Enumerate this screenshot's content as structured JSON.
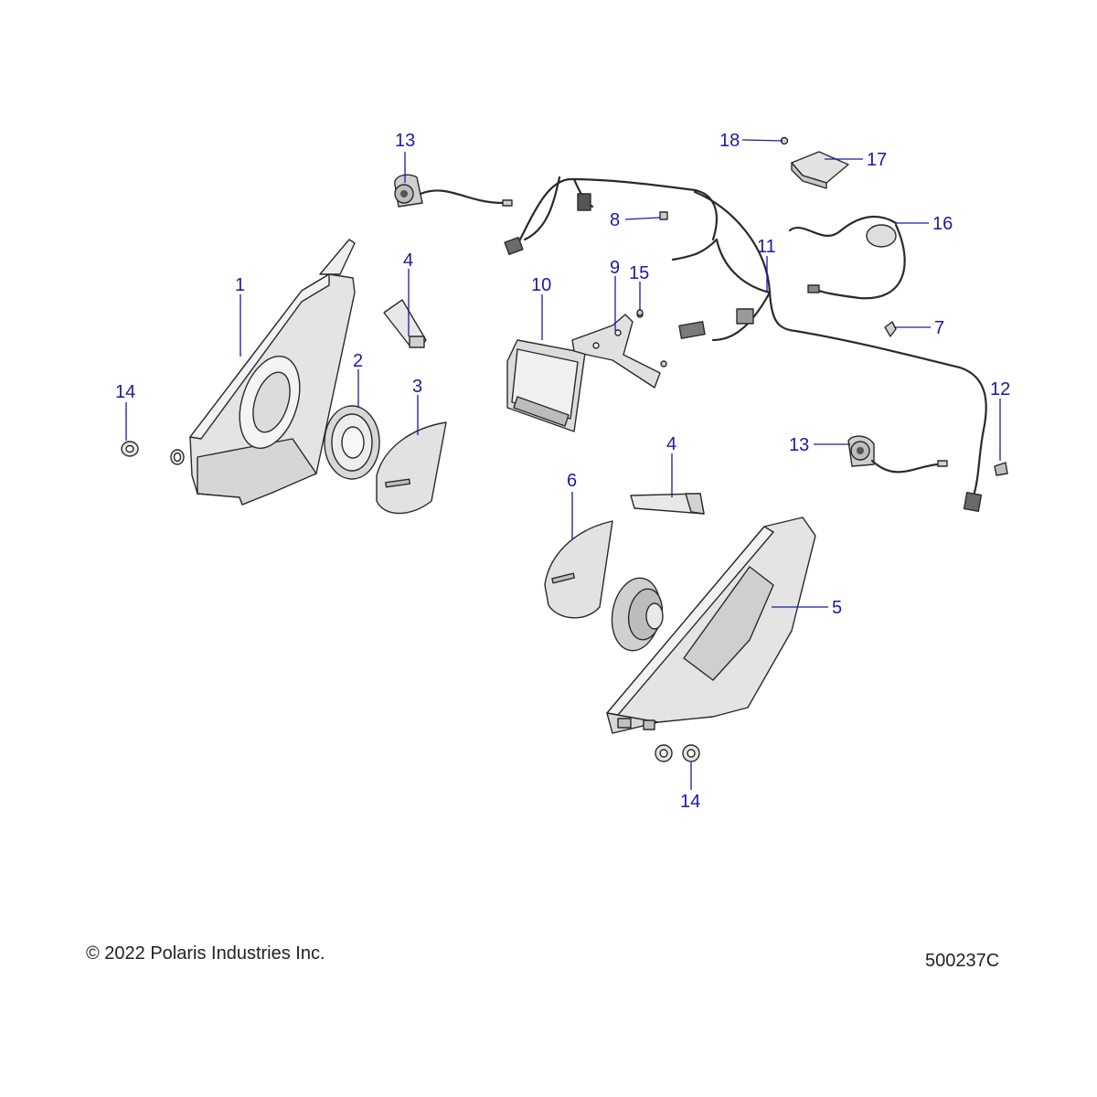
{
  "callouts": [
    {
      "id": "c13a",
      "text": "13"
    },
    {
      "id": "c18",
      "text": "18"
    },
    {
      "id": "c17",
      "text": "17"
    },
    {
      "id": "c8",
      "text": "8"
    },
    {
      "id": "c16",
      "text": "16"
    },
    {
      "id": "c11",
      "text": "11"
    },
    {
      "id": "c4a",
      "text": "4"
    },
    {
      "id": "c1",
      "text": "1"
    },
    {
      "id": "c10",
      "text": "10"
    },
    {
      "id": "c9",
      "text": "9"
    },
    {
      "id": "c15",
      "text": "15"
    },
    {
      "id": "c7",
      "text": "7"
    },
    {
      "id": "c2",
      "text": "2"
    },
    {
      "id": "c3",
      "text": "3"
    },
    {
      "id": "c14a",
      "text": "14"
    },
    {
      "id": "c12",
      "text": "12"
    },
    {
      "id": "c4b",
      "text": "4"
    },
    {
      "id": "c13b",
      "text": "13"
    },
    {
      "id": "c6",
      "text": "6"
    },
    {
      "id": "c5",
      "text": "5"
    },
    {
      "id": "c14b",
      "text": "14"
    }
  ],
  "footer": {
    "copyright": "© 2022 Polaris Industries Inc.",
    "diagram_number": "500237C"
  },
  "colors": {
    "callout": "#1a1aa6",
    "line": "#2a2a2a",
    "part_fill": "#e6e6e6"
  }
}
